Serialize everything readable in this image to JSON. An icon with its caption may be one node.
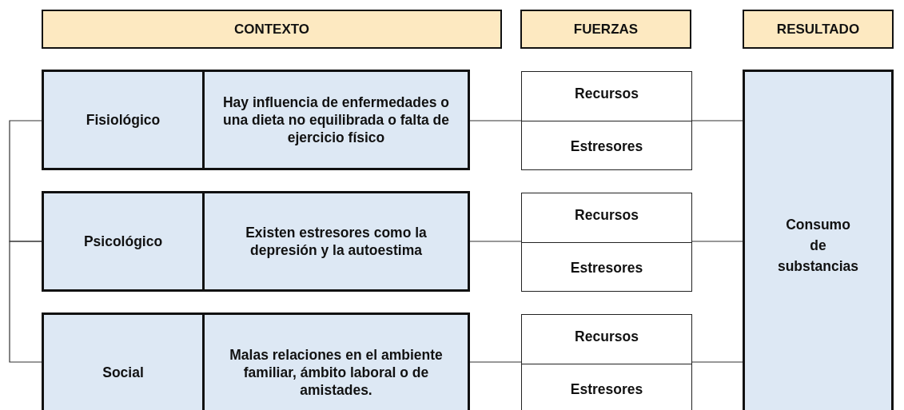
{
  "diagram": {
    "nodes": [
      {
        "text": [
          "CONTEXTO"
        ]
      },
      {
        "text": [
          "FUERZAS"
        ]
      },
      {
        "text": [
          "RESULTADO"
        ]
      },
      {
        "text": [
          "Fisiológico"
        ]
      },
      {
        "text": [
          "Hay influencia de enfermedades o una dieta no equilibrada o falta de ejercicio físico"
        ]
      },
      {
        "text": [
          "Recursos",
          "Estresores"
        ]
      },
      {
        "text": [
          "Psicológico"
        ]
      },
      {
        "text": [
          "Existen estresores como la depresión y la autoestima"
        ]
      },
      {
        "text": [
          "Recursos",
          "Estresores"
        ]
      },
      {
        "text": [
          "Social"
        ]
      },
      {
        "text": [
          "Malas relaciones en el ambiente familiar, ámbito laboral o de amistades."
        ]
      },
      {
        "text": [
          "Recursos",
          "Estresores"
        ]
      },
      {
        "text": [
          "Consumo de substancias"
        ]
      }
    ],
    "edges": [
      {
        "from": 3,
        "to": 6,
        "arrow": "none"
      },
      {
        "from": 6,
        "to": 9,
        "arrow": "none"
      },
      {
        "from": 4,
        "to": 5,
        "arrow": "none"
      },
      {
        "from": 5,
        "to": 12,
        "arrow": "none"
      },
      {
        "from": 7,
        "to": 8,
        "arrow": "none"
      },
      {
        "from": 8,
        "to": 12,
        "arrow": "none"
      },
      {
        "from": 10,
        "to": 11,
        "arrow": "none"
      },
      {
        "from": 11,
        "to": 12,
        "arrow": "none"
      }
    ]
  }
}
